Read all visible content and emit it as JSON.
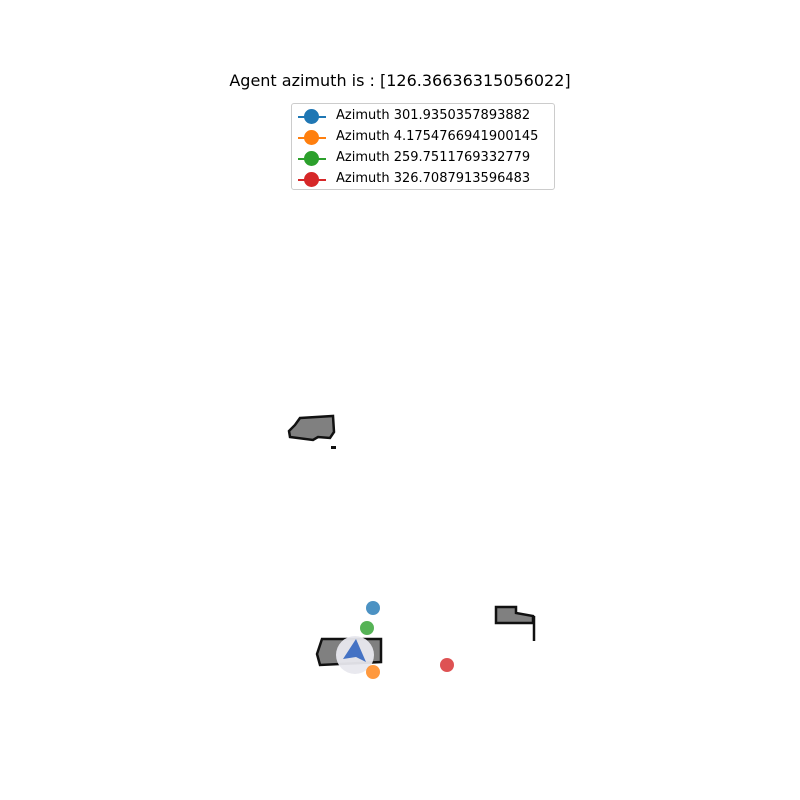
{
  "title": "Agent azimuth is : [126.36636315056022]",
  "chart_data": {
    "type": "scatter",
    "title": "Agent azimuth is : [126.36636315056022]",
    "axes_visible": false,
    "legend": {
      "placement": "top-center"
    },
    "agent": {
      "azimuth": 126.36636315056022,
      "marker": "agent-arrow-icon",
      "color": "#4472c4"
    },
    "series": [
      {
        "name": "Azimuth 301.9350357893882",
        "color": "#1f77b4",
        "marker": "circle"
      },
      {
        "name": "Azimuth 4.1754766941900145",
        "color": "#ff7f0e",
        "marker": "circle"
      },
      {
        "name": "Azimuth 259.7511769332779",
        "color": "#2ca02c",
        "marker": "circle"
      },
      {
        "name": "Azimuth 326.7087913596483",
        "color": "#d62728",
        "marker": "circle"
      }
    ],
    "obstacle_fill": "#808080",
    "obstacle_stroke": "#111111"
  }
}
